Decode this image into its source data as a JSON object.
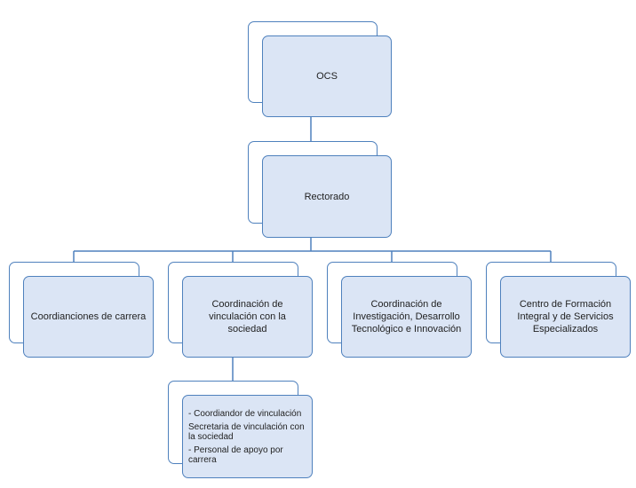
{
  "org_chart": {
    "ocs": "OCS",
    "rectorado": "Rectorado",
    "departments": [
      "Coordianciones de carrera",
      "Coordinación de vinculación con la sociedad",
      "Coordinación de Investigación, Desarrollo Tecnológico e Innovación",
      "Centro de Formación Integral y de Servicios Especializados"
    ],
    "vinculacion_staff": [
      "-  Coordiandor de vinculación",
      "Secretaria de vinculación con la sociedad",
      "- Personal de apoyo por carrera"
    ]
  },
  "colors": {
    "line": "#4f81bd",
    "box_fill": "#dbe5f5"
  }
}
